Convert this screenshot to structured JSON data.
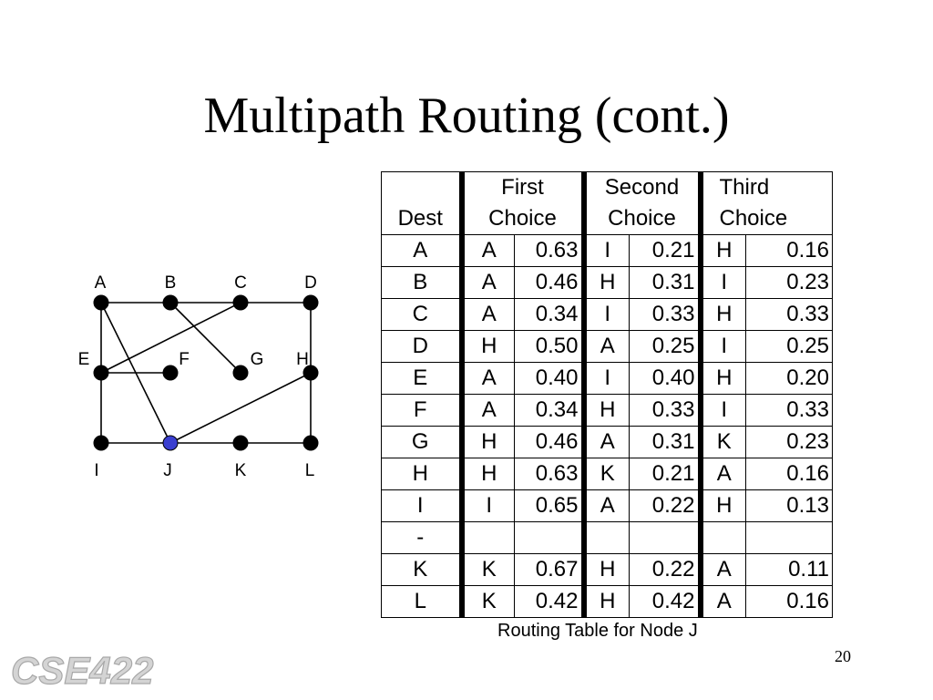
{
  "slide": {
    "title": "Multipath Routing (cont.)",
    "caption": "Routing Table for Node J",
    "page_number": "20",
    "logo_text": "CSE422",
    "colors": {
      "highlight_node": "#3a3fd0"
    }
  },
  "graph": {
    "nodes": [
      {
        "id": "A",
        "label": "A"
      },
      {
        "id": "B",
        "label": "B"
      },
      {
        "id": "C",
        "label": "C"
      },
      {
        "id": "D",
        "label": "D"
      },
      {
        "id": "E",
        "label": "E"
      },
      {
        "id": "F",
        "label": "F"
      },
      {
        "id": "G",
        "label": "G"
      },
      {
        "id": "H",
        "label": "H"
      },
      {
        "id": "I",
        "label": "I"
      },
      {
        "id": "J",
        "label": "J",
        "highlighted": true
      },
      {
        "id": "K",
        "label": "K"
      },
      {
        "id": "L",
        "label": "L"
      }
    ],
    "edges": [
      [
        "A",
        "B"
      ],
      [
        "B",
        "C"
      ],
      [
        "C",
        "D"
      ],
      [
        "A",
        "E"
      ],
      [
        "E",
        "I"
      ],
      [
        "I",
        "J"
      ],
      [
        "J",
        "K"
      ],
      [
        "K",
        "L"
      ],
      [
        "D",
        "H"
      ],
      [
        "H",
        "L"
      ],
      [
        "E",
        "F"
      ],
      [
        "A",
        "J"
      ],
      [
        "B",
        "G"
      ],
      [
        "C",
        "E"
      ],
      [
        "J",
        "H"
      ]
    ]
  },
  "routing_table": {
    "headers": {
      "dest": "Dest",
      "first_top": "First",
      "first_bottom": "Choice",
      "second_top": "Second",
      "second_bottom": "Choice",
      "third_top": "Third",
      "third_bottom": "Choice"
    },
    "rows": [
      {
        "dest": "A",
        "c1": "A",
        "v1": "0.63",
        "c2": "I",
        "v2": "0.21",
        "c3": "H",
        "v3": "0.16"
      },
      {
        "dest": "B",
        "c1": "A",
        "v1": "0.46",
        "c2": "H",
        "v2": "0.31",
        "c3": "I",
        "v3": "0.23"
      },
      {
        "dest": "C",
        "c1": "A",
        "v1": "0.34",
        "c2": "I",
        "v2": "0.33",
        "c3": "H",
        "v3": "0.33"
      },
      {
        "dest": "D",
        "c1": "H",
        "v1": "0.50",
        "c2": "A",
        "v2": "0.25",
        "c3": "I",
        "v3": "0.25"
      },
      {
        "dest": "E",
        "c1": "A",
        "v1": "0.40",
        "c2": "I",
        "v2": "0.40",
        "c3": "H",
        "v3": "0.20"
      },
      {
        "dest": "F",
        "c1": "A",
        "v1": "0.34",
        "c2": "H",
        "v2": "0.33",
        "c3": "I",
        "v3": "0.33"
      },
      {
        "dest": "G",
        "c1": "H",
        "v1": "0.46",
        "c2": "A",
        "v2": "0.31",
        "c3": "K",
        "v3": "0.23"
      },
      {
        "dest": "H",
        "c1": "H",
        "v1": "0.63",
        "c2": "K",
        "v2": "0.21",
        "c3": "A",
        "v3": "0.16"
      },
      {
        "dest": "I",
        "c1": "I",
        "v1": "0.65",
        "c2": "A",
        "v2": "0.22",
        "c3": "H",
        "v3": "0.13"
      },
      {
        "dest": "-",
        "c1": "",
        "v1": "",
        "c2": "",
        "v2": "",
        "c3": "",
        "v3": ""
      },
      {
        "dest": "K",
        "c1": "K",
        "v1": "0.67",
        "c2": "H",
        "v2": "0.22",
        "c3": "A",
        "v3": "0.11"
      },
      {
        "dest": "L",
        "c1": "K",
        "v1": "0.42",
        "c2": "H",
        "v2": "0.42",
        "c3": "A",
        "v3": "0.16"
      }
    ]
  }
}
